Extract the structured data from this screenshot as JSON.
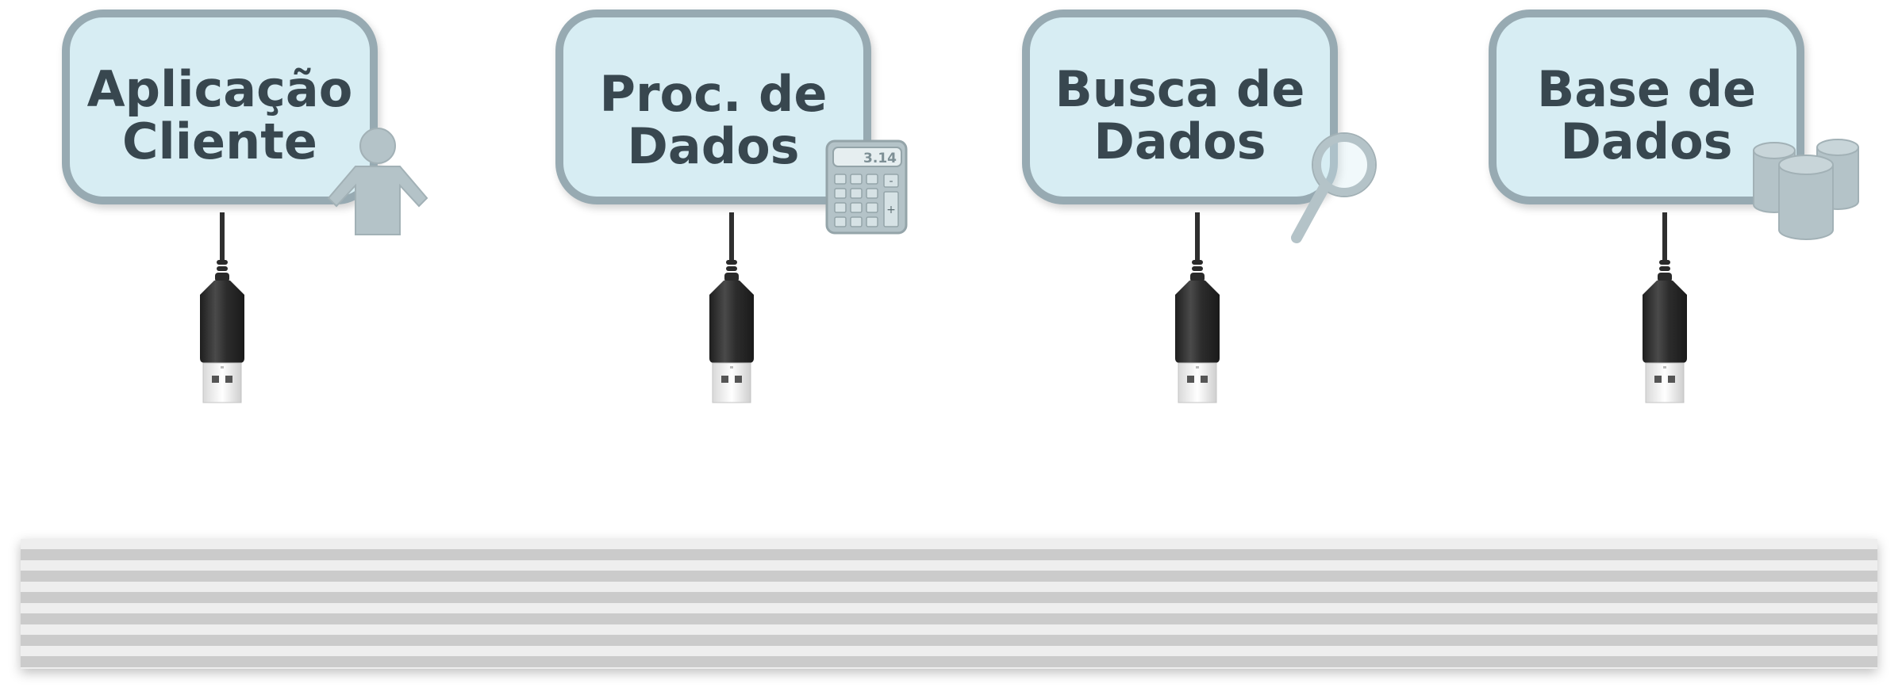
{
  "modules": [
    {
      "id": "aplicacao-cliente",
      "label_lines": [
        "Aplicação",
        "Cliente"
      ],
      "icon": "person-icon"
    },
    {
      "id": "proc-de-dados",
      "label_lines": [
        "Proc. de",
        "Dados"
      ],
      "icon": "calculator-icon",
      "calculator_display": "3.14"
    },
    {
      "id": "busca-de-dados",
      "label_lines": [
        "Busca de",
        "Dados"
      ],
      "icon": "magnifier-icon"
    },
    {
      "id": "base-de-dados",
      "label_lines": [
        "Base de",
        "Dados"
      ],
      "icon": "database-icon"
    }
  ],
  "colors": {
    "box_fill": "#d7edf3",
    "box_border": "#97aab2",
    "text": "#38474f",
    "icon": "#b4c3c8",
    "connector": "#2f2f2f",
    "bus_light": "#eeeeee",
    "bus_dark": "#cbcbcb"
  }
}
